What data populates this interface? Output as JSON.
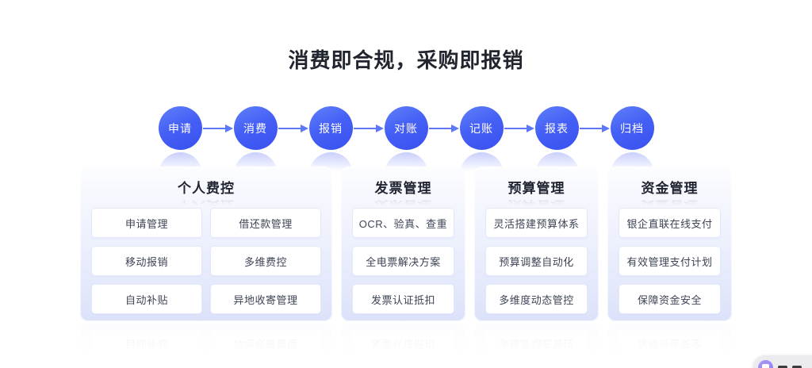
{
  "page": {
    "title": "消费即合规，采购即报销"
  },
  "flow": {
    "steps": [
      {
        "label": "申请"
      },
      {
        "label": "消费"
      },
      {
        "label": "报销"
      },
      {
        "label": "对账"
      },
      {
        "label": "记账"
      },
      {
        "label": "报表"
      },
      {
        "label": "归档"
      }
    ]
  },
  "sections": [
    {
      "title": "个人费控",
      "items": [
        "申请管理",
        "借还款管理",
        "移动报销",
        "多维费控",
        "自动补贴",
        "异地收寄管理"
      ]
    },
    {
      "title": "发票管理",
      "items": [
        "OCR、验真、查重",
        "全电票解决方案",
        "发票认证抵扣"
      ]
    },
    {
      "title": "预算管理",
      "items": [
        "灵活搭建预算体系",
        "预算调整自动化",
        "多维度动态管控"
      ]
    },
    {
      "title": "资金管理",
      "items": [
        "银企直联在线支付",
        "有效管理支付计划",
        "保障资金安全"
      ]
    }
  ],
  "colors": {
    "accent_blue": "#3f5af2",
    "circle_gradient_top": "#6080fa",
    "circle_gradient_bottom": "#3950f0",
    "arrow_blue": "#5c77f7",
    "panel_gradient_bottom": "#dce2fa",
    "card_border": "#e5e8f7",
    "card_text": "#3e4456",
    "title_text": "#21252e",
    "widget_purple": "#8b7cf0"
  }
}
